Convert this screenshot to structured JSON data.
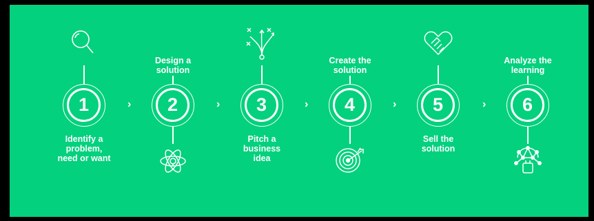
{
  "colors": {
    "background": "#03d17d",
    "foreground": "#ffffff",
    "frame": "#000000"
  },
  "steps": [
    {
      "number": "1",
      "label": "Identify a\nproblem,\nneed or want",
      "icon": "magnifier-icon"
    },
    {
      "number": "2",
      "label": "Design a\nsolution",
      "icon": "atom-idea-icon"
    },
    {
      "number": "3",
      "label": "Pitch a\nbusiness\nidea",
      "icon": "strategy-arrows-icon"
    },
    {
      "number": "4",
      "label": "Create the\nsolution",
      "icon": "target-icon"
    },
    {
      "number": "5",
      "label": "Sell the\nsolution",
      "icon": "handshake-icon"
    },
    {
      "number": "6",
      "label": "Analyze the\nlearning",
      "icon": "network-brain-icon"
    }
  ],
  "separator": "›"
}
